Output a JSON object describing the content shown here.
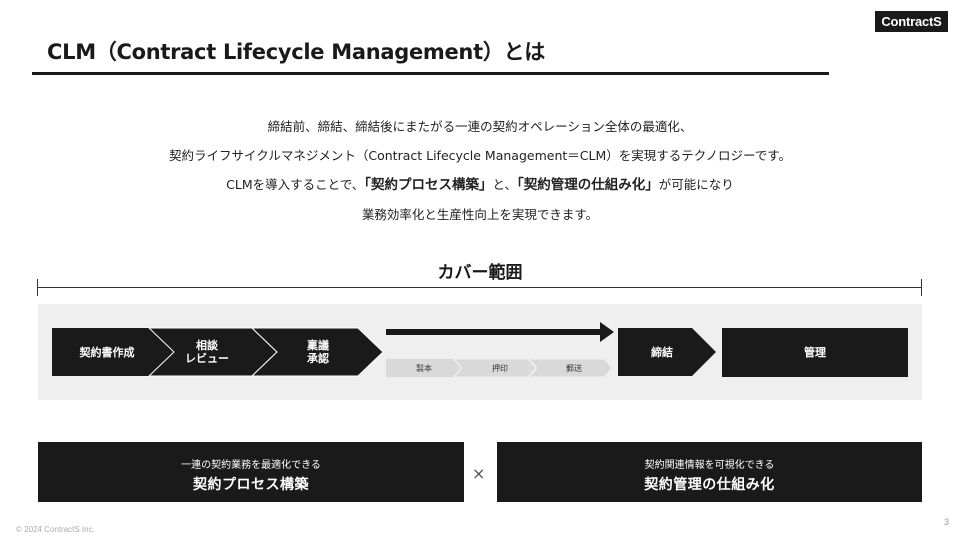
{
  "logo": "ContractS",
  "title": "CLM（Contract Lifecycle Management）とは",
  "intro": {
    "line1": "締結前、締結、締結後にまたがる一連の契約オペレーション全体の最適化、",
    "line2": "契約ライフサイクルマネジメント（Contract Lifecycle Management＝CLM）を実現するテクノロジーです。",
    "line3_a": "CLMを導入することで、",
    "line3_b": "「契約プロセス構築」",
    "line3_c": "と、",
    "line3_d": "「契約管理の仕組み化」",
    "line3_e": "が可能になり",
    "line4": "業務効率化と生産性向上を実現できます。"
  },
  "coverage_title": "カバー範囲",
  "flow": {
    "step1": "契約書作成",
    "step2_a": "相談",
    "step2_b": "レビュー",
    "step3_a": "稟議",
    "step3_b": "承認",
    "sub1": "製本",
    "sub2": "押印",
    "sub3": "郵送",
    "step4": "締結",
    "step5": "管理"
  },
  "boxes": {
    "left_sub": "一連の契約業務を最適化できる",
    "left_main": "契約プロセス構築",
    "times": "×",
    "right_sub": "契約関連情報を可視化できる",
    "right_main": "契約管理の仕組み化"
  },
  "footer": {
    "copyright": "© 2024 ContractS Inc.",
    "page": "3"
  },
  "colors": {
    "dark": "#1a1a1a",
    "band": "#efefef",
    "sub_chevron": "#d9d9d9"
  }
}
